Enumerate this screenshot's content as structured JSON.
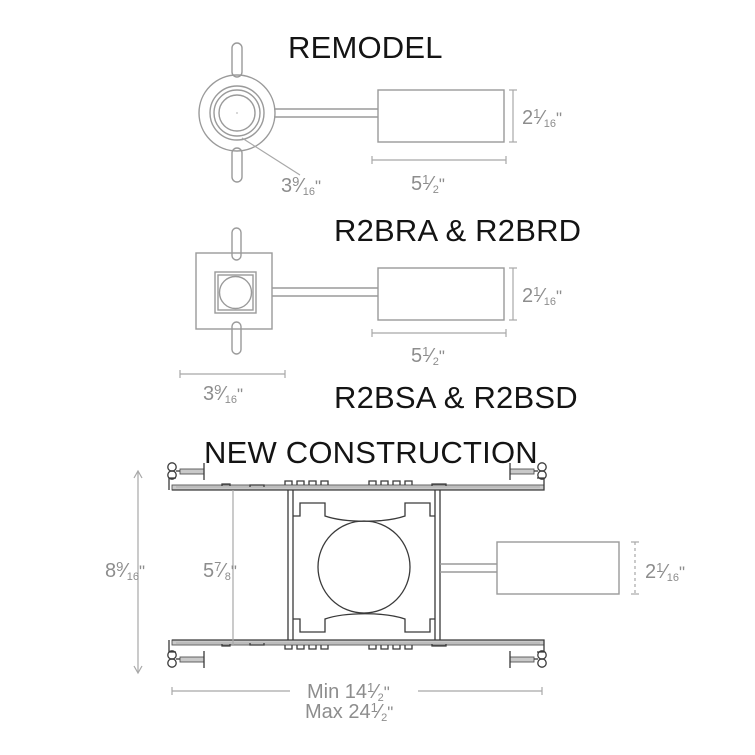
{
  "document": {
    "title": "Recessed Downlight Dimensional Specification Drawing",
    "background_color": "#ffffff",
    "heading_color": "#141414",
    "dimension_text_color": "#8d8d8d",
    "line_color": "#9a9a9a"
  },
  "sections": [
    {
      "id": "remodel",
      "heading": "REMODEL",
      "model_label": "R2BRA & R2BRD",
      "trim_shape": "round",
      "dimensions": {
        "trim_diameter": {
          "whole": "3",
          "num": "9",
          "den": "16",
          "unit": "\"",
          "text": "3 9/16\""
        },
        "body_height": {
          "whole": "2",
          "num": "1",
          "den": "16",
          "unit": "\"",
          "text": "2 1/16\""
        },
        "body_length": {
          "whole": "5",
          "num": "1",
          "den": "2",
          "unit": "\"",
          "text": "5 1/2\""
        }
      }
    },
    {
      "id": "square-remodel",
      "heading": "",
      "model_label": "R2BSA & R2BSD",
      "trim_shape": "square",
      "dimensions": {
        "trim_width": {
          "whole": "3",
          "num": "9",
          "den": "16",
          "unit": "\"",
          "text": "3 9/16\""
        },
        "body_height": {
          "whole": "2",
          "num": "1",
          "den": "16",
          "unit": "\"",
          "text": "2 1/16\""
        },
        "body_length": {
          "whole": "5",
          "num": "1",
          "den": "2",
          "unit": "\"",
          "text": "5 1/2\""
        }
      }
    },
    {
      "id": "new-construction",
      "heading": "NEW CONSTRUCTION",
      "dimensions": {
        "overall_height": {
          "whole": "8",
          "num": "9",
          "den": "16",
          "unit": "\"",
          "text": "8 9/16\""
        },
        "housing_height": {
          "whole": "5",
          "num": "7",
          "den": "8",
          "unit": "\"",
          "text": "5 7/8\""
        },
        "driver_height": {
          "whole": "2",
          "num": "1",
          "den": "16",
          "unit": "\"",
          "text": "2 1/16\""
        },
        "bar_min": {
          "prefix": "Min ",
          "whole": "14",
          "num": "1",
          "den": "2",
          "unit": "\"",
          "text": "Min 14 1/2\""
        },
        "bar_max": {
          "prefix": "Max ",
          "whole": "24",
          "num": "1",
          "den": "2",
          "unit": "\"",
          "text": "Max 24 1/2\""
        }
      }
    }
  ],
  "labels": {
    "remodel_heading": "REMODEL",
    "round_model": "R2BRA & R2BRD",
    "square_model": "R2BSA & R2BSD",
    "new_construction_heading": "NEW CONSTRUCTION",
    "min_prefix": "Min",
    "max_prefix": "Max"
  }
}
